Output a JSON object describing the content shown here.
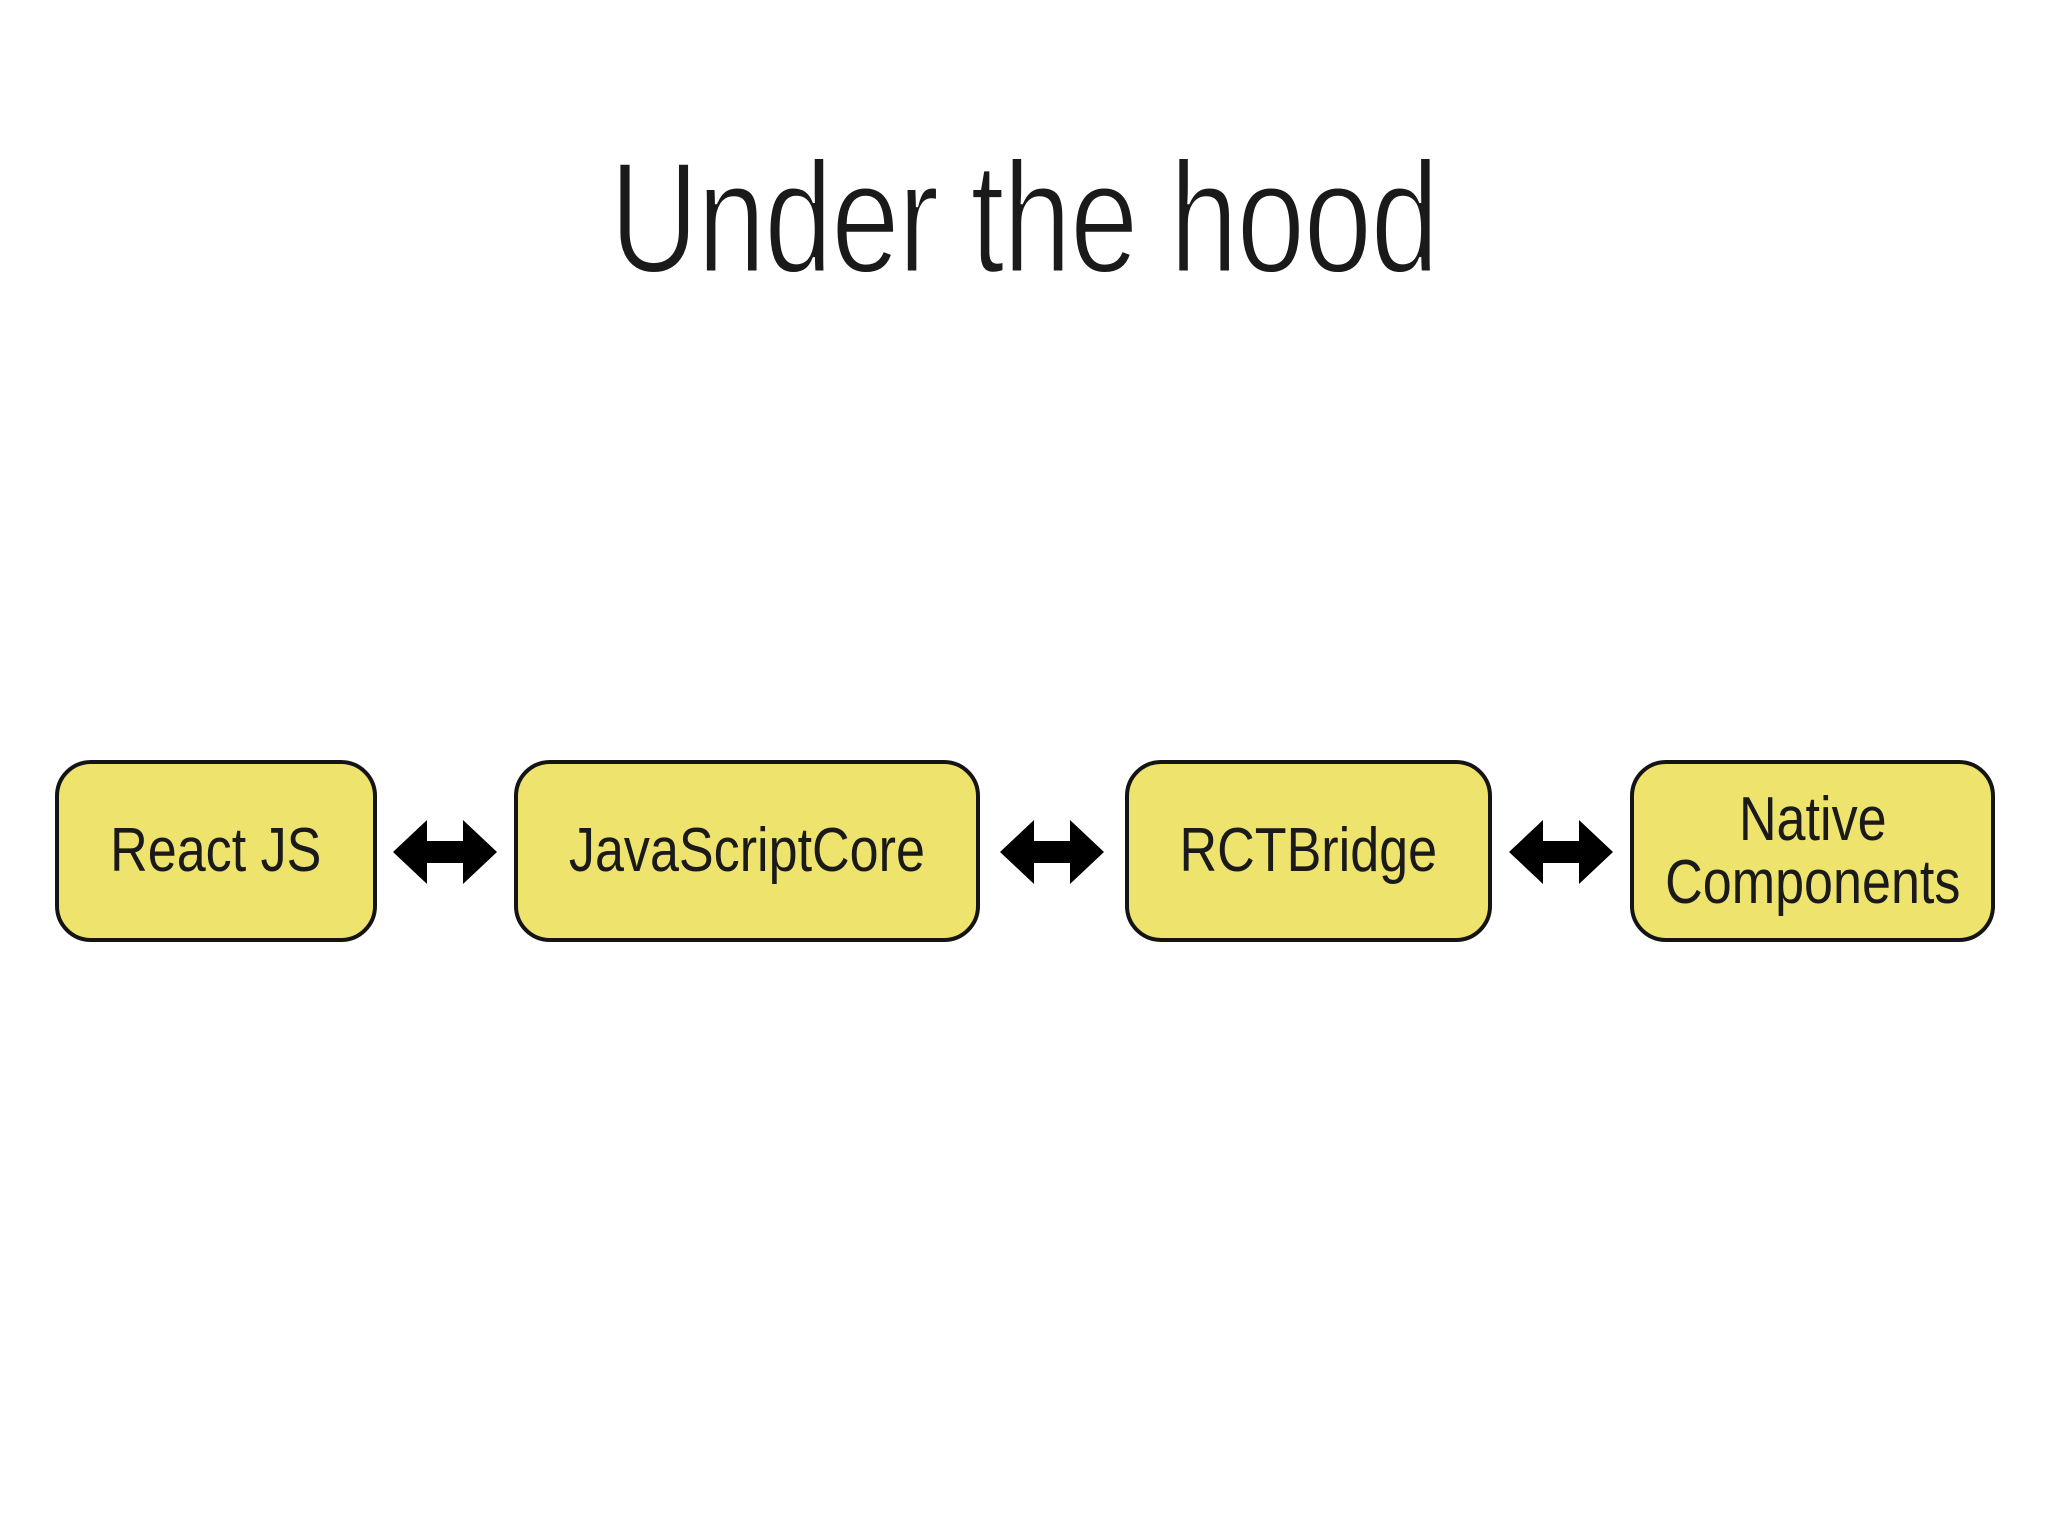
{
  "slide": {
    "title": "Under the hood"
  },
  "theme": {
    "background": "#ffffff",
    "node_fill": "#EEE46D",
    "node_border": "#141414",
    "text_color": "#1a1a1a",
    "arrow_color": "#000000"
  },
  "diagram": {
    "type": "horizontal-flow",
    "nodes": [
      {
        "id": "react-js",
        "label": "React JS"
      },
      {
        "id": "javascriptcore",
        "label": "JavaScriptCore"
      },
      {
        "id": "rctbridge",
        "label": "RCTBridge"
      },
      {
        "id": "native-components",
        "label": "Native Components"
      }
    ],
    "edges": [
      {
        "from": "react-js",
        "to": "javascriptcore",
        "bidirectional": true
      },
      {
        "from": "javascriptcore",
        "to": "rctbridge",
        "bidirectional": true
      },
      {
        "from": "rctbridge",
        "to": "native-components",
        "bidirectional": true
      }
    ]
  }
}
